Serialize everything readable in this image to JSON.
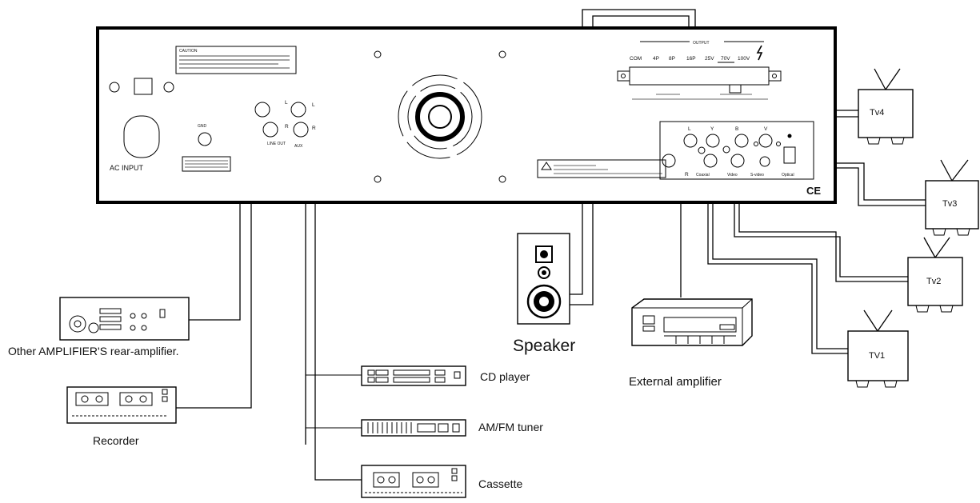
{
  "amp": {
    "caution": "CAUTION",
    "ac_input": "AC INPUT",
    "gnd": "GND",
    "line_out": "LINE OUT",
    "aux": "AUX",
    "l": "L",
    "r": "R",
    "output": "OUTPUT",
    "output_terms": [
      "COM",
      "4P",
      "8P",
      "16P",
      "25V",
      "70V",
      "100V"
    ],
    "video_top": [
      "L",
      "Y",
      "B",
      "V"
    ],
    "video_bottom": [
      "R",
      "Coaxial",
      "Video",
      "S-video",
      "Optical"
    ],
    "ce": "CE"
  },
  "devices": {
    "other_amp": "Other AMPLIFIER'S rear-amplifier.",
    "recorder": "Recorder",
    "cd_player": "CD player",
    "tuner": "AM/FM tuner",
    "cassette": "Cassette",
    "speaker": "Speaker",
    "ext_amp": "External amplifier",
    "tv4": "Tv4",
    "tv3": "Tv3",
    "tv2": "Tv2",
    "tv1": "TV1"
  }
}
